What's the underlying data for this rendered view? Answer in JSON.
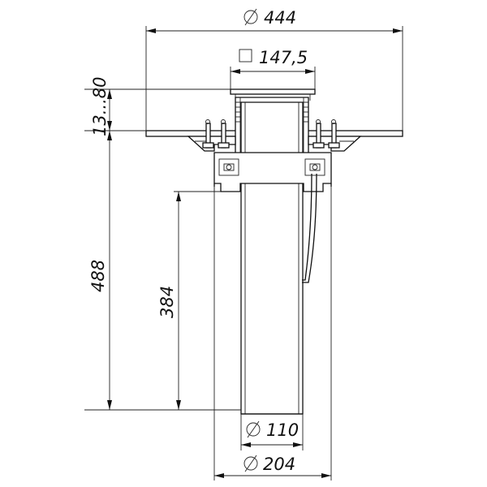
{
  "dimensions": {
    "flange_diameter": "444",
    "grate_square": "147,5",
    "flange_height": "13...80",
    "total_height": "488",
    "tube_height": "384",
    "pipe_diameter": "110",
    "outer_diameter": "204"
  },
  "symbols": {
    "diameter": "diameter-symbol",
    "square": "square-symbol"
  },
  "colors": {
    "line": "#111111",
    "background": "#ffffff"
  }
}
